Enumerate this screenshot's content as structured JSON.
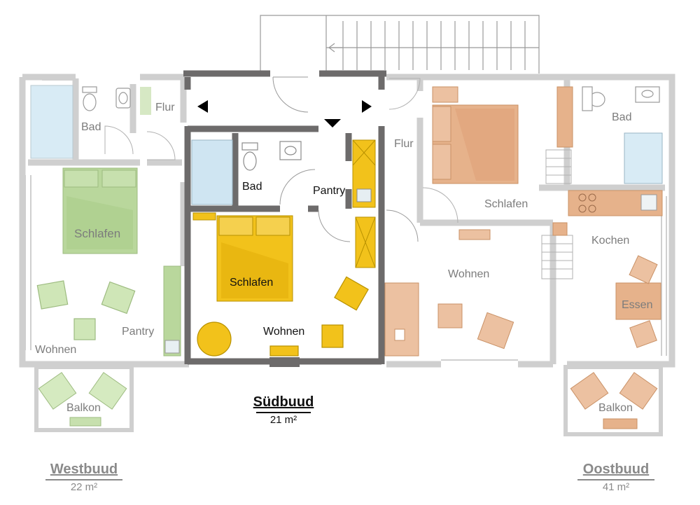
{
  "colors": {
    "wall_gray": "#c9c9c9",
    "wall_dark": "#6d6b6b",
    "green_bed": "#b6d39a",
    "orange_bed": "#e8b896",
    "yellow_bed": "#f2c21b",
    "bath_blue": "#cfe5f2",
    "text_gray": "#7c7c7c",
    "text_dark": "#111111"
  },
  "west": {
    "rooms": {
      "bad": "Bad",
      "flur": "Flur",
      "schlafen": "Schlafen",
      "pantry": "Pantry",
      "wohnen": "Wohnen",
      "balkon": "Balkon"
    },
    "title": "Westbuud",
    "area": "22 m²"
  },
  "south": {
    "rooms": {
      "bad": "Bad",
      "pantry": "Pantry",
      "schlafen": "Schlafen",
      "wohnen": "Wohnen"
    },
    "title": "Südbuud",
    "area": "21 m²"
  },
  "east": {
    "rooms": {
      "flur": "Flur",
      "bad": "Bad",
      "schlafen": "Schlafen",
      "kochen": "Kochen",
      "wohnen": "Wohnen",
      "essen": "Essen",
      "balkon": "Balkon"
    },
    "title": "Oostbuud",
    "area": "41 m²"
  }
}
